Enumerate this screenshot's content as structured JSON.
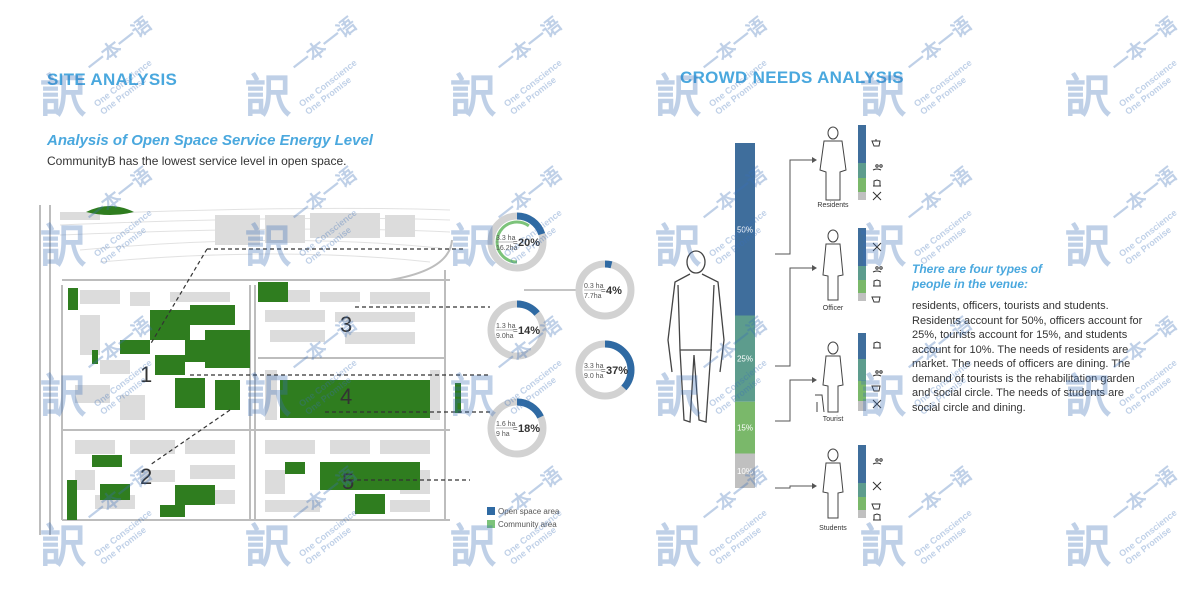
{
  "left_title": "SITE ANALYSIS",
  "right_title": "CROWD NEEDS ANALYSIS",
  "subtitle": "Analysis of Open Space Service Energy Level",
  "caption": "CommunityB has the lowest service level in open space.",
  "map_labels": [
    "1",
    "2",
    "3",
    "4",
    "5"
  ],
  "donuts": [
    {
      "id": "d1",
      "top": "3.3 ha",
      "bottom": "16.2ha",
      "pct": "20%",
      "fraction": 0.2
    },
    {
      "id": "d2",
      "top": "0.3 ha",
      "bottom": "7.7ha",
      "pct": "4%",
      "fraction": 0.04
    },
    {
      "id": "d3",
      "top": "1.3 ha",
      "bottom": "9.0ha",
      "pct": "14%",
      "fraction": 0.14
    },
    {
      "id": "d4",
      "top": "3.3 ha",
      "bottom": "9.0 ha",
      "pct": "37%",
      "fraction": 0.37
    },
    {
      "id": "d5",
      "top": "1.6 ha",
      "bottom": "9 ha",
      "pct": "18%",
      "fraction": 0.18
    }
  ],
  "legend": [
    {
      "label": "Open space area",
      "color": "#2f6aa3"
    },
    {
      "label": "Community area",
      "color": "#7cc37a"
    }
  ],
  "shares": [
    {
      "label": "50%",
      "value": 50,
      "color": "#3f6e9c"
    },
    {
      "label": "25%",
      "value": 25,
      "color": "#5d9c8d"
    },
    {
      "label": "15%",
      "value": 15,
      "color": "#7ab86a"
    },
    {
      "label": "10%",
      "value": 10,
      "color": "#c0c0c0"
    }
  ],
  "people": [
    {
      "name": "Residents"
    },
    {
      "name": "Officer"
    },
    {
      "name": "Tourist"
    },
    {
      "name": "Students"
    }
  ],
  "side_heading": "There are four types of people in the venue:",
  "side_text": "residents, officers, tourists and students. Residents account for 50%, officers account for 25%, tourists account for 15%, and students account for 10%. The needs of residents are market. The needs of officers are dining. The demand of tourists is the rehabilitation garden and social circle. The needs of students are social circle and dining.",
  "watermark": {
    "glyph": "訳",
    "brand": "一本一语",
    "line1": "One Conscience",
    "line2": "One Promise"
  },
  "colors": {
    "accent": "#4aa8de",
    "green": "#2f7d1f",
    "block": "#d9d9d9",
    "ring": "#d2d2d2"
  }
}
